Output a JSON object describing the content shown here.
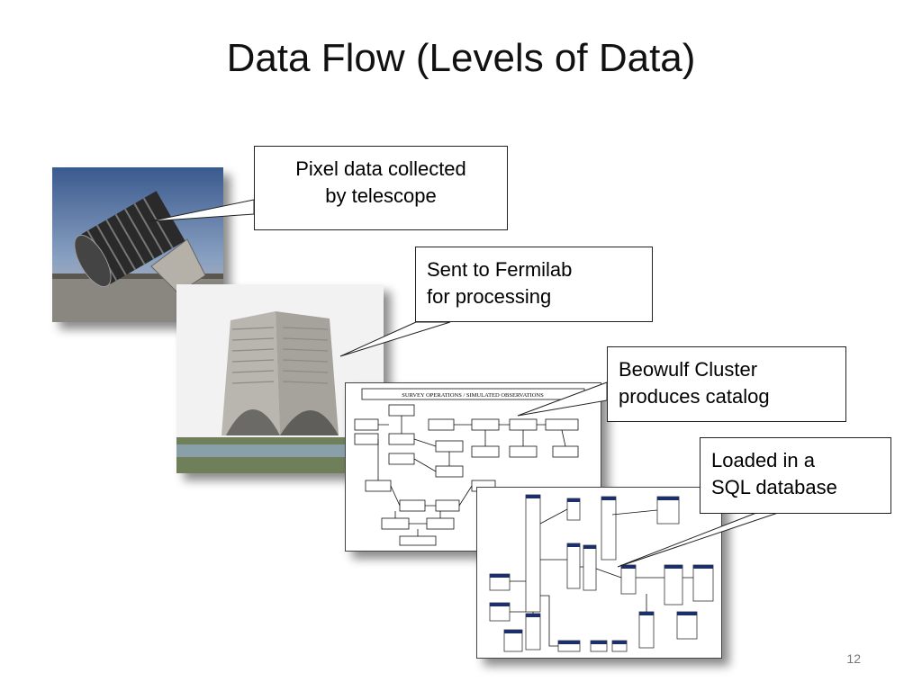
{
  "slide": {
    "title": "Data Flow (Levels of Data)",
    "page_number": "12"
  },
  "callouts": [
    {
      "lines": [
        "Pixel data collected",
        "by telescope"
      ]
    },
    {
      "lines": [
        "Sent to Fermilab",
        "for processing"
      ]
    },
    {
      "lines": [
        "Beowulf Cluster",
        "produces catalog"
      ]
    },
    {
      "lines": [
        "Loaded in a",
        "SQL database"
      ]
    }
  ],
  "images": {
    "telescope": "telescope-photo",
    "building": "fermilab-building-photo",
    "flowchart": "survey-operations-flowchart",
    "schema": "sql-database-schema-diagram"
  },
  "flowchart": {
    "heading": "SURVEY OPERATIONS / SIMULATED OBSERVATIONS"
  },
  "colors": {
    "schema_header": "#1d2f6b",
    "sky_top": "#3b5b8c",
    "sky_bottom": "#c9b9a8"
  }
}
